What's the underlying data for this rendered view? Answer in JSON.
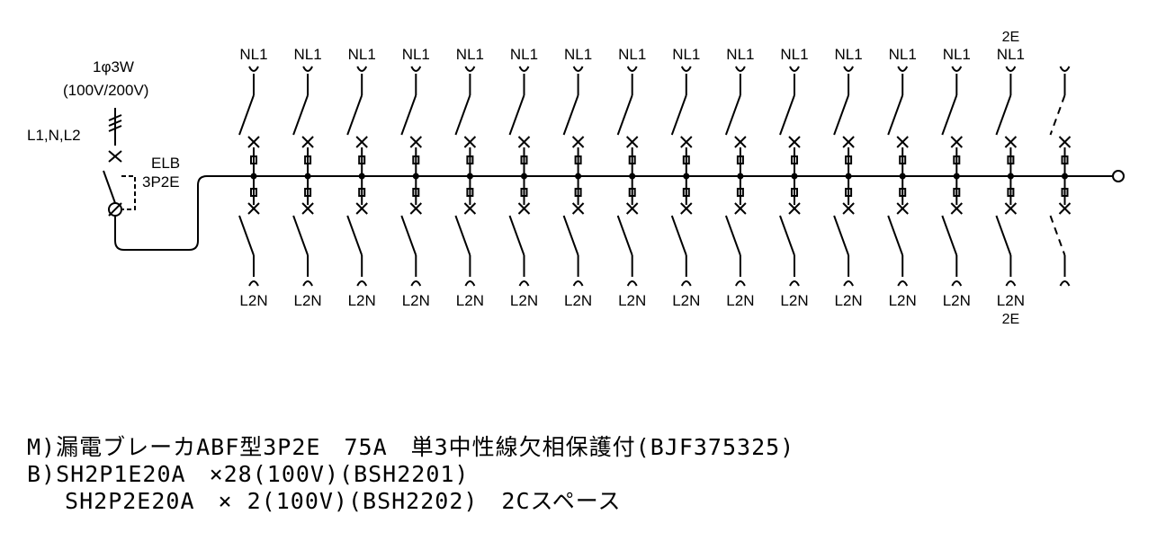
{
  "supply": {
    "phase": "1φ3W",
    "voltage": "(100V/200V)",
    "lines": "L1,N,L2"
  },
  "main_breaker": {
    "label": "ELB",
    "poles": "3P2E"
  },
  "upper_branches": [
    {
      "label": "NL1",
      "extra": ""
    },
    {
      "label": "NL1",
      "extra": ""
    },
    {
      "label": "NL1",
      "extra": ""
    },
    {
      "label": "NL1",
      "extra": ""
    },
    {
      "label": "NL1",
      "extra": ""
    },
    {
      "label": "NL1",
      "extra": ""
    },
    {
      "label": "NL1",
      "extra": ""
    },
    {
      "label": "NL1",
      "extra": ""
    },
    {
      "label": "NL1",
      "extra": ""
    },
    {
      "label": "NL1",
      "extra": ""
    },
    {
      "label": "NL1",
      "extra": ""
    },
    {
      "label": "NL1",
      "extra": ""
    },
    {
      "label": "NL1",
      "extra": ""
    },
    {
      "label": "NL1",
      "extra": ""
    },
    {
      "label": "NL1",
      "extra": "2E"
    }
  ],
  "lower_branches": [
    {
      "label": "L2N",
      "extra": ""
    },
    {
      "label": "L2N",
      "extra": ""
    },
    {
      "label": "L2N",
      "extra": ""
    },
    {
      "label": "L2N",
      "extra": ""
    },
    {
      "label": "L2N",
      "extra": ""
    },
    {
      "label": "L2N",
      "extra": ""
    },
    {
      "label": "L2N",
      "extra": ""
    },
    {
      "label": "L2N",
      "extra": ""
    },
    {
      "label": "L2N",
      "extra": ""
    },
    {
      "label": "L2N",
      "extra": ""
    },
    {
      "label": "L2N",
      "extra": ""
    },
    {
      "label": "L2N",
      "extra": ""
    },
    {
      "label": "L2N",
      "extra": ""
    },
    {
      "label": "L2N",
      "extra": ""
    },
    {
      "label": "L2N",
      "extra": "2E"
    }
  ],
  "spare_space": {
    "type": "space"
  },
  "spec_lines": [
    "M)漏電ブレーカABF型3P2E　75A　単3中性線欠相保護付(BJF375325)",
    "B)SH2P1E20A　×28(100V)(BSH2201)",
    "　 SH2P2E20A　× 2(100V)(BSH2202)　2Cスペース"
  ]
}
